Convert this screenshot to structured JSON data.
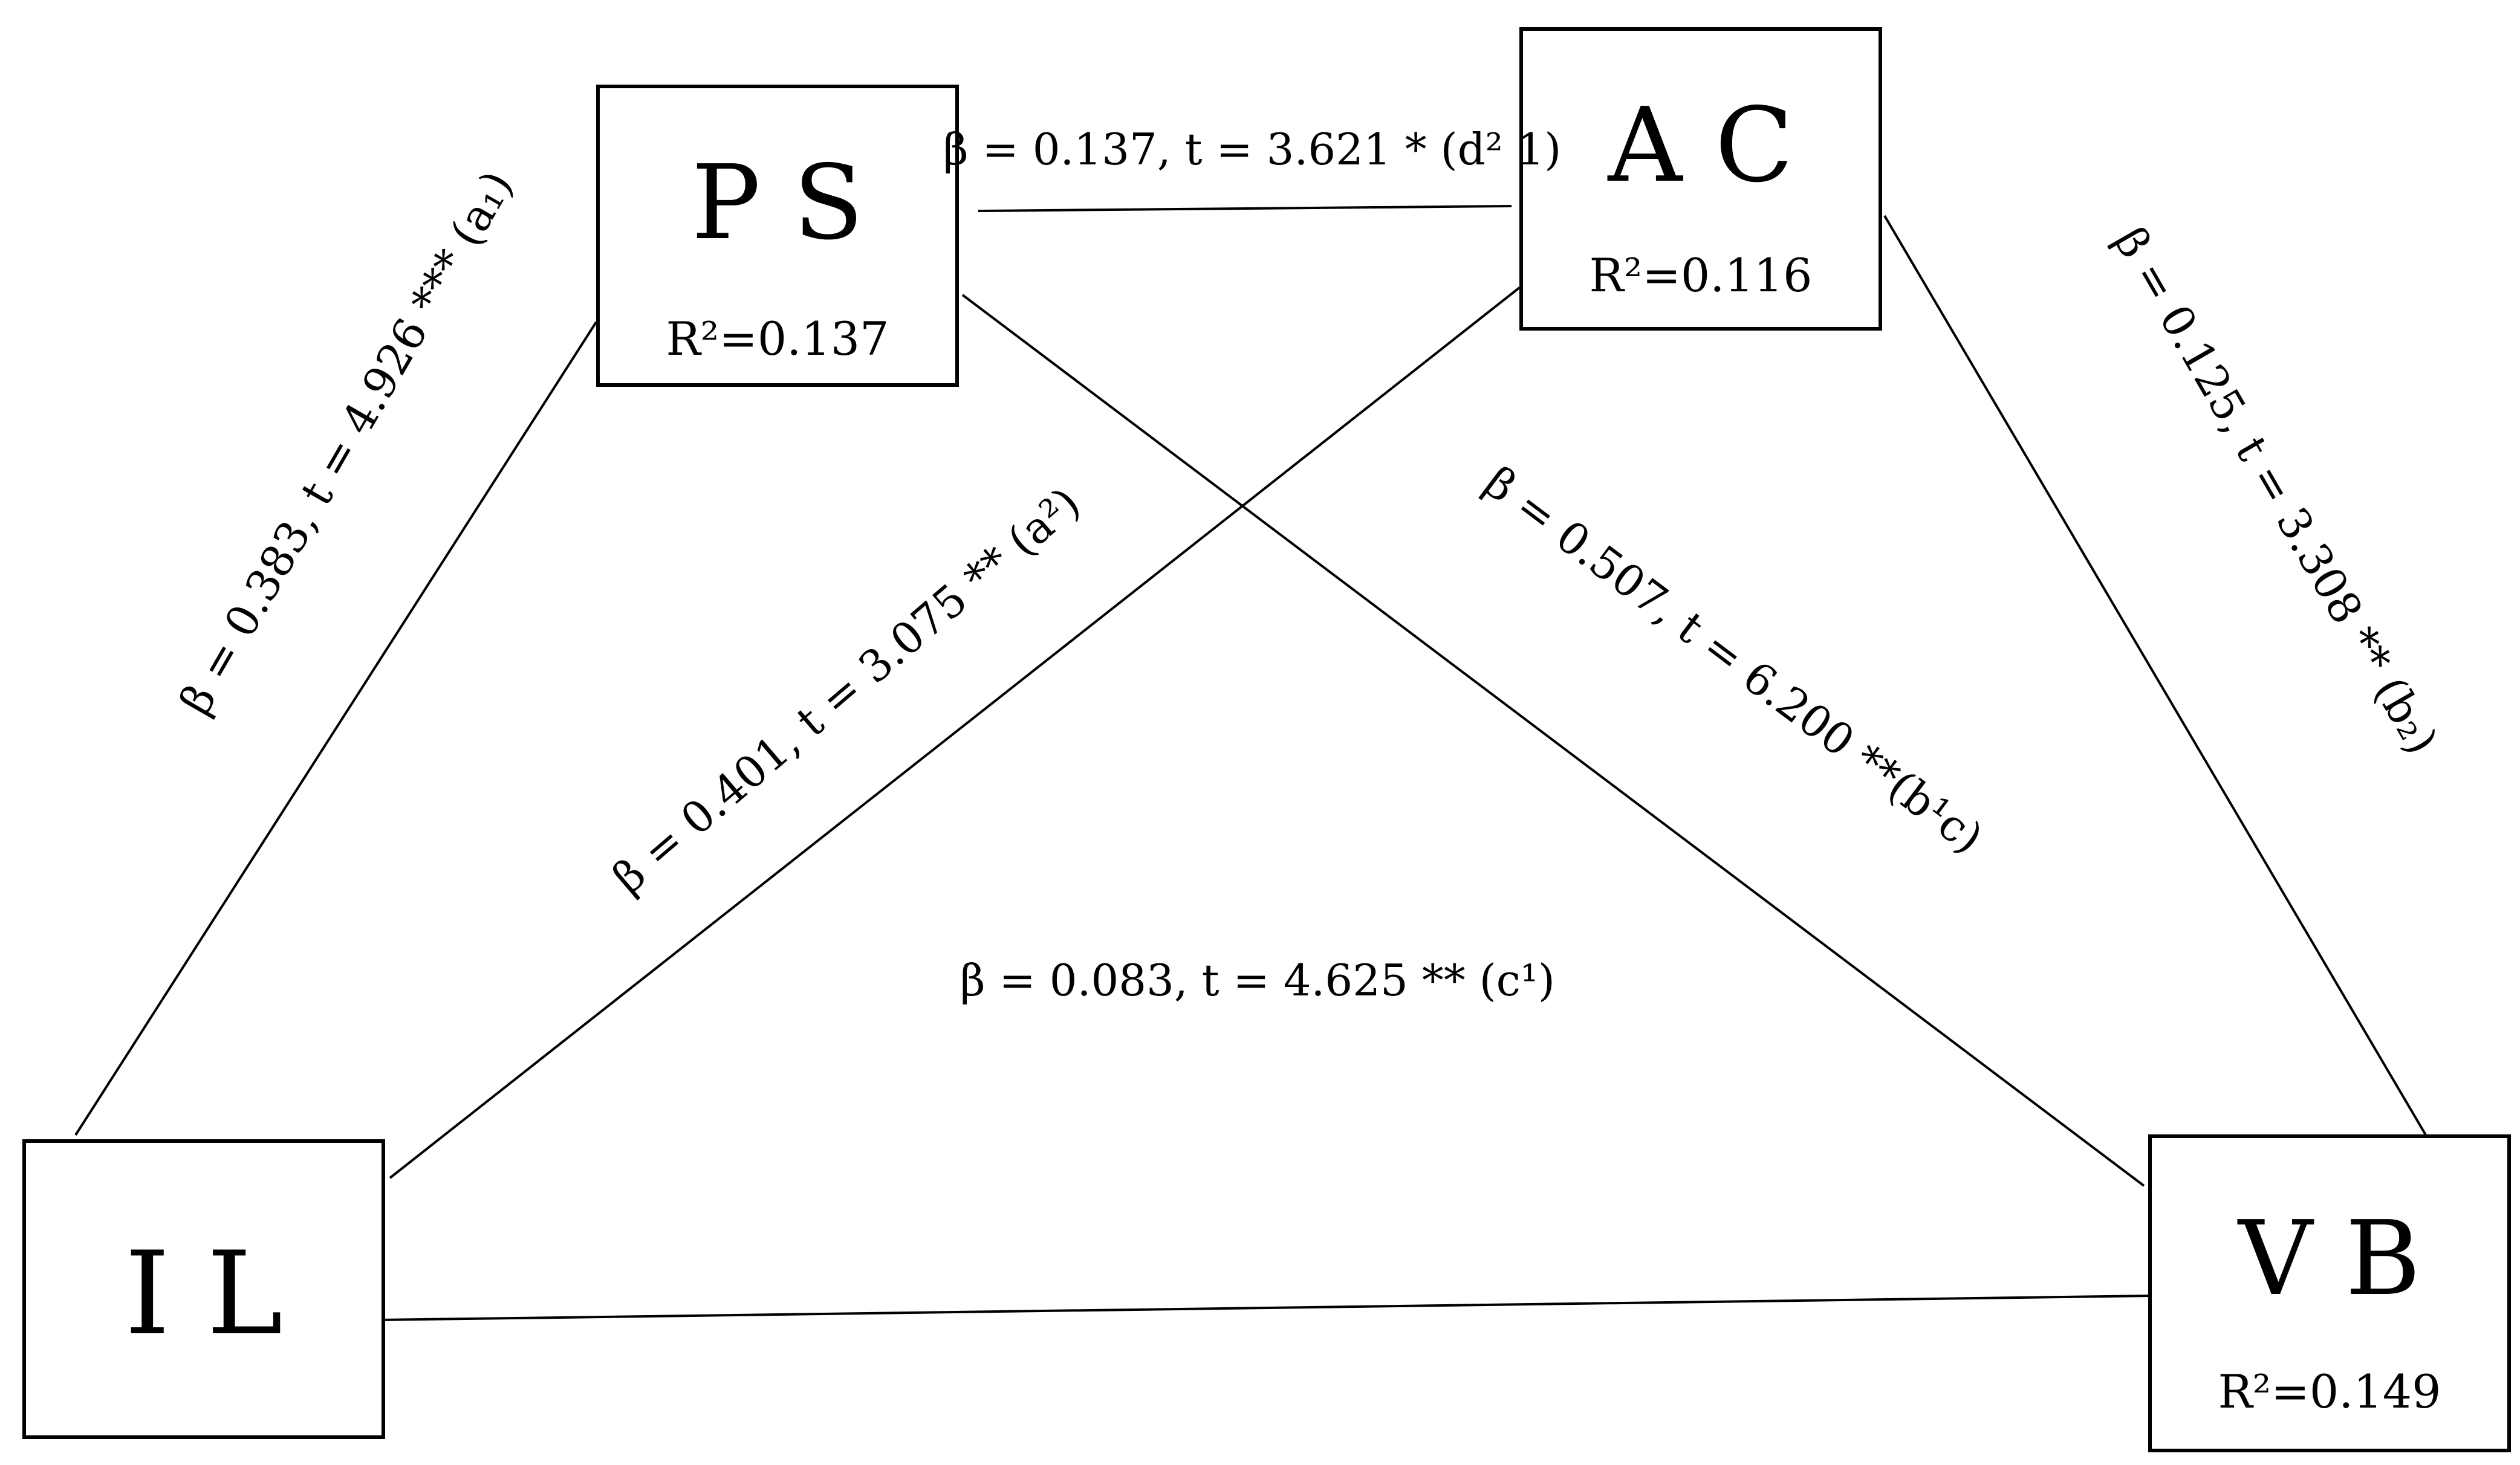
{
  "nodes": {
    "ps": {
      "name": "P S",
      "r2": "R²=0.137"
    },
    "ac": {
      "name": "A C",
      "r2": "R²=0.116"
    },
    "il": {
      "name": "I L",
      "r2": ""
    },
    "vb": {
      "name": "V B",
      "r2": "R²=0.149"
    }
  },
  "paths": {
    "il_ps": "β = 0.383, t = 4.926 *** (a₁)",
    "il_ac": "β = 0.401, t = 3.075 ** (a²)",
    "ps_ac": "β = 0.137, t = 3.621 * (d² 1)",
    "ps_vb": "β = 0.507, t = 6.200 **(b¹c)",
    "ac_vb": "β = 0.125, t = 3.308 ** (b₂)",
    "il_vb": "β = 0.083, t = 4.625 ** (c¹)"
  }
}
